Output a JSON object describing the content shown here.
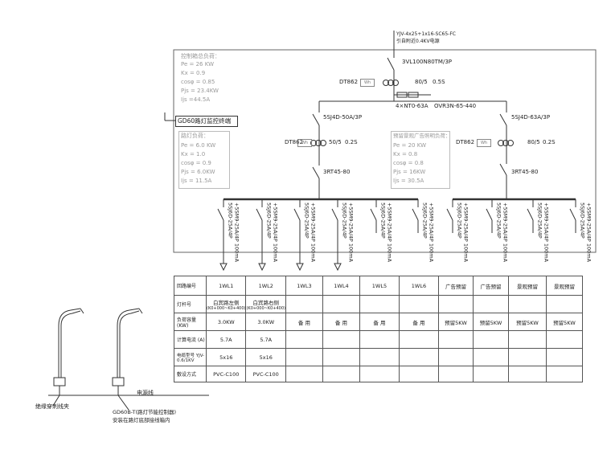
{
  "incoming": {
    "cable": "YJV-4x25+1x16-SC65-FC",
    "source": "引自附近0.4KV电源",
    "main_breaker": "3VL100N80TM/3P"
  },
  "control_load": {
    "title": "控制箱总负荷：",
    "pe": "Pe = 26 KW",
    "kx": "Kx = 0.9",
    "cos": "cosφ = 0.85",
    "pjs": "Pjs = 23.4KW",
    "ijs": "Ijs =44.5A"
  },
  "meter_main": {
    "type": "DT862",
    "wh": "Wh",
    "ct": "80/5",
    "class": "0.5S"
  },
  "fuse": "4×NT0-63A",
  "spd": "OVR3N-65-440",
  "monitor_terminal": "GD60路灯监控终端",
  "left_branch": {
    "breaker": "5SJ4D-50A/3P",
    "meter": "DT862",
    "wh": "Wh",
    "ct": "50/5",
    "class": "0.2S",
    "contactor": "3RT45-80"
  },
  "right_branch": {
    "breaker": "5SJ4D-63A/3P",
    "meter": "DT862",
    "wh": "Wh",
    "ct": "80/5",
    "class": "0.2S",
    "contactor": "3RT45-80"
  },
  "street_load": {
    "title": "路灯负荷：",
    "pe": "Pe = 6.0 KW",
    "kx": "Kx = 1.0",
    "cos": "cosφ = 0.9",
    "pjs": "Pjs = 6.0KW",
    "ijs": "Ijs = 11.5A"
  },
  "reserve_load": {
    "title": "预留景观广告照明负荷：",
    "pe": "Pe = 20 KW",
    "kx": "Kx = 0.8",
    "cos": "cosφ = 0.8",
    "pjs": "Pjs = 16KW",
    "ijs": "Ijs = 30.5A"
  },
  "feeders_left": [
    {
      "breaker": "5SJ6D-25A/4P",
      "rcd": "+5SM9-25A/4P 100mA"
    },
    {
      "breaker": "5SJ6D-25A/4P",
      "rcd": "+5SM9-25A/4P 100mA"
    },
    {
      "breaker": "5SJ6D-25A/4P",
      "rcd": "+5SM9-25A/4P 100mA"
    },
    {
      "breaker": "5SJ6D-25A/4P",
      "rcd": "+5SM9-25A/4P 100mA"
    },
    {
      "breaker": "5SJ6D-25A/4P",
      "rcd": "+5SM9-25A/4P 100mA"
    },
    {
      "breaker": "5SJ6D-25A/4P",
      "rcd": "+5SM9-25A/4P 100mA"
    }
  ],
  "feeders_right": [
    {
      "breaker": "5SJ6D-25A/4P",
      "rcd": "+5SM9-25A/4P 100mA"
    },
    {
      "breaker": "5SJ6D-25A/4P",
      "rcd": "+5SM9-25A/4P 100mA"
    },
    {
      "breaker": "5SJ6D-25A/4P",
      "rcd": "+5SM9-25A/4P 100mA"
    },
    {
      "breaker": "5SJ6D-25A/4P",
      "rcd": "+5SM9-25A/4P 100mA"
    }
  ],
  "table": {
    "row_headers": [
      "回路编号",
      "灯杆号",
      "负荷容量(KW)",
      "计算电流 (A)",
      "电缆型号 YJV-0.6/1KV",
      "敷设方式"
    ],
    "circuits": [
      "1WL1",
      "1WL2",
      "1WL3",
      "1WL4",
      "1WL5",
      "1WL6",
      "广告预留",
      "广告预留",
      "景观预留",
      "景观预留"
    ],
    "pole_line1": [
      "白宾路左侧",
      "白宾路右侧",
      "",
      "",
      "",
      "",
      "",
      "",
      "",
      ""
    ],
    "pole_line2": [
      "(K0+000~K0+400)",
      "(K0+000~K0+400)",
      "",
      "",
      "",
      "",
      "",
      "",
      "",
      ""
    ],
    "load": [
      "3.0KW",
      "3.0KW",
      "备 用",
      "备 用",
      "备 用",
      "备 用",
      "预留5KW",
      "预留5KW",
      "预留5KW",
      "预留5KW"
    ],
    "current": [
      "5.7A",
      "5.7A",
      "",
      "",
      "",
      "",
      "",
      "",
      "",
      ""
    ],
    "cable": [
      "5x16",
      "5x16",
      "",
      "",
      "",
      "",
      "",
      "",
      "",
      ""
    ],
    "laying": [
      "PVC-C100",
      "PVC-C100",
      "",
      "",
      "",
      "",
      "",
      "",
      "",
      ""
    ]
  },
  "lamp_notes": {
    "cable_label": "电源线",
    "wire_label": "绝缘穿刺线夹",
    "controller": "GD60B-T(路灯节能控制器)",
    "controller_note": "安装在路灯底部接线箱内"
  }
}
